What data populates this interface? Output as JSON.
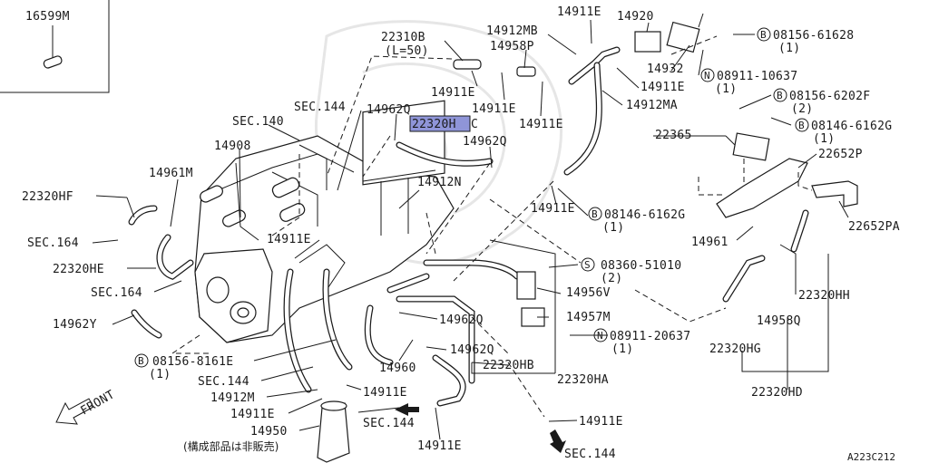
{
  "diagram": {
    "callouts": {
      "p16599m": "16599M",
      "p14911e_top": "14911E",
      "p14920": "14920",
      "p22310b": "22310B",
      "p22310b_len": "(L=50)",
      "p14912mb": "14912MB",
      "p14958p": "14958P",
      "p14911e_a": "14911E",
      "p14911e_b": "14911E",
      "p14911e_c": "14911E",
      "p14911e_d": "14911E",
      "p14932": "14932",
      "p14912ma": "14912MA",
      "p14962q_a": "14962Q",
      "p22320hc_hl": "22320H",
      "p22320hc_tail": "C",
      "p14962q_b": "14962Q",
      "sec144_a": "SEC.144",
      "sec140": "SEC.140",
      "p14908": "14908",
      "p14961m": "14961M",
      "p22320hf": "22320HF",
      "sec164_a": "SEC.164",
      "p22320he": "22320HE",
      "sec164_b": "SEC.164",
      "p14962y": "14962Y",
      "p14912n": "14912N",
      "p14911e_e": "14911E",
      "p14911e_f": "14911E",
      "p22365": "22365",
      "p22652p": "22652P",
      "p22652pa": "22652PA",
      "p14961": "14961",
      "p14956v": "14956V",
      "p14957m": "14957M",
      "p14962q_c": "14962Q",
      "p14962q_d": "14962Q",
      "p14960": "14960",
      "p22320hb": "22320HB",
      "p22320ha": "22320HA",
      "p22320hh": "22320HH",
      "p14958q": "14958Q",
      "p22320hg": "22320HG",
      "p22320hd": "22320HD",
      "sec144_b": "SEC.144",
      "p14912m": "14912M",
      "p14911e_g": "14911E",
      "p14911e_h": "14911E",
      "p14950": "14950",
      "p14950_note": "(構成部品は非販売)",
      "sec144_c": "SEC.144",
      "p14911e_i": "14911E",
      "p14911e_j": "14911E",
      "sec144_d": "SEC.144",
      "front": "FRONT",
      "ref_code": "A223C212"
    },
    "fasteners": {
      "b1_mark": "B",
      "b1_code": "08156-61628",
      "b1_qty": "(1)",
      "n1_mark": "N",
      "n1_code": "08911-10637",
      "n1_qty": "(1)",
      "b2_mark": "B",
      "b2_code": "08156-6202F",
      "b2_qty": "(2)",
      "b3_mark": "B",
      "b3_code": "08146-6162G",
      "b3_qty": "(1)",
      "b4_mark": "B",
      "b4_code": "08146-6162G",
      "b4_qty": "(1)",
      "s1_mark": "S",
      "s1_code": "08360-51010",
      "s1_qty": "(2)",
      "n2_mark": "N",
      "n2_code": "08911-20637",
      "n2_qty": "(1)",
      "b5_mark": "B",
      "b5_code": "08156-8161E",
      "b5_qty": "(1)"
    },
    "colors": {
      "line": "#1a1a1a",
      "highlight": "#8f95d8",
      "watermark": "#e6e6e6"
    }
  }
}
